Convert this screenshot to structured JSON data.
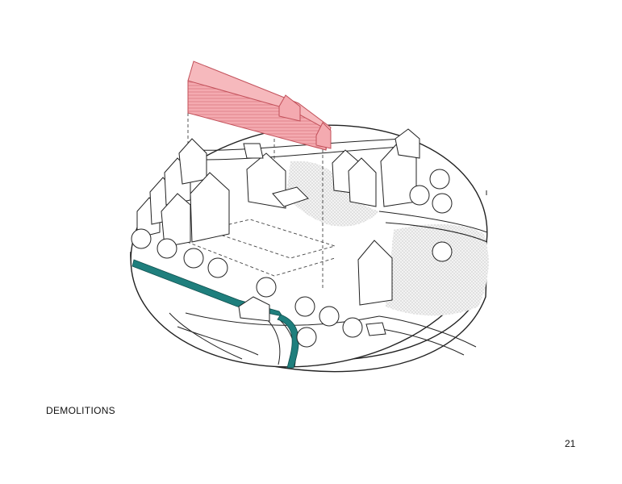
{
  "caption": "DEMOLITIONS",
  "page_number": "21",
  "colors": {
    "demolished_building": "#f2a1a6",
    "demolished_stroke": "#c2505a",
    "waterway": "#1f7f7d",
    "hatch": "#d6d6d6",
    "line": "#222222"
  },
  "legend_meaning": {
    "demolished_building": "red-building-demolished",
    "waterway": "teal-canal"
  }
}
